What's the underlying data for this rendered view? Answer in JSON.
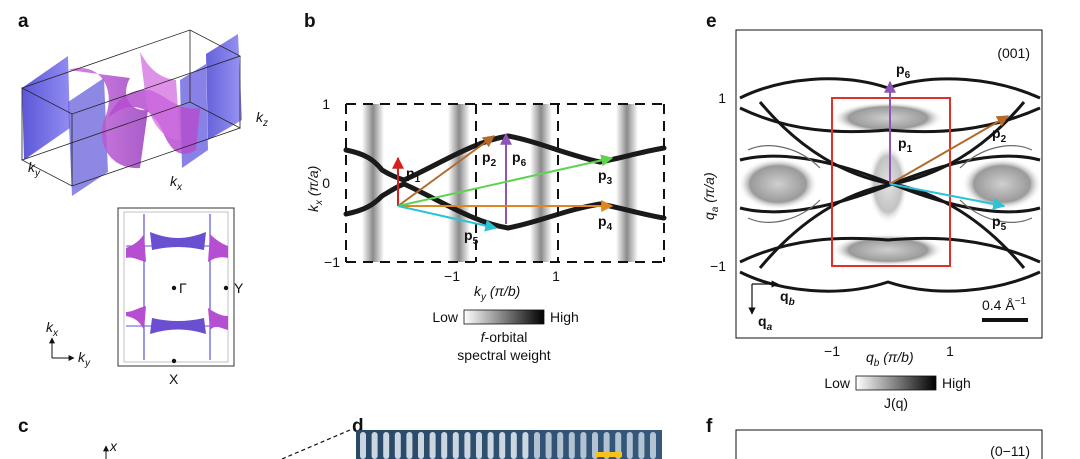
{
  "panels": {
    "a": "a",
    "b": "b",
    "c": "c",
    "d": "d",
    "e": "e",
    "f": "f"
  },
  "panel_a": {
    "axis_kz": "k",
    "axis_kz_sub": "z",
    "axis_ky": "k",
    "axis_ky_sub": "y",
    "axis_kx": "k",
    "axis_kx_sub": "x",
    "point_gamma": "Γ",
    "point_y": "Y",
    "point_x": "X",
    "inset_kx": "k",
    "inset_kx_sub": "x",
    "inset_ky": "k",
    "inset_ky_sub": "y"
  },
  "panel_b": {
    "yaxis_label": "k",
    "yaxis_sub": "x",
    "yaxis_unit": " (π/a)",
    "xaxis_label": "k",
    "xaxis_sub": "y",
    "xaxis_unit": " (π/b)",
    "y_ticks": [
      "1",
      "0",
      "−1"
    ],
    "x_ticks": [
      "−1",
      "1"
    ],
    "vectors": [
      {
        "label": "p",
        "sub": "1",
        "color": "#d6201f"
      },
      {
        "label": "p",
        "sub": "2",
        "color": "#b36a2a"
      },
      {
        "label": "p",
        "sub": "6",
        "color": "#8d55b8"
      },
      {
        "label": "p",
        "sub": "3",
        "color": "#5fd34f"
      },
      {
        "label": "p",
        "sub": "4",
        "color": "#e0861e"
      },
      {
        "label": "p",
        "sub": "5",
        "color": "#2bc3d6"
      }
    ],
    "colorbar_low": "Low",
    "colorbar_high": "High",
    "colorbar_title_1_italic": "f",
    "colorbar_title_1": "-orbital",
    "colorbar_title_2": "spectral weight"
  },
  "panel_e": {
    "corner_label": "(001)",
    "yaxis_label": "q",
    "yaxis_sub": "a",
    "yaxis_unit": " (π/a)",
    "xaxis_label": "q",
    "xaxis_sub": "b",
    "xaxis_unit": " (π/b)",
    "y_ticks": [
      "1",
      "−1"
    ],
    "x_ticks": [
      "−1",
      "1"
    ],
    "vectors": [
      {
        "label": "p",
        "sub": "6",
        "color": "#8d55b8"
      },
      {
        "label": "p",
        "sub": "1",
        "color": "#8d55b8"
      },
      {
        "label": "p",
        "sub": "2",
        "color": "#b36a2a"
      },
      {
        "label": "p",
        "sub": "5",
        "color": "#2bc3d6"
      }
    ],
    "dir_qb": "q",
    "dir_qb_sub": "b",
    "dir_qa": "q",
    "dir_qa_sub": "a",
    "scale_label": "0.4 Å",
    "scale_sup": "−1",
    "colorbar_low": "Low",
    "colorbar_high": "High",
    "colorbar_title": "J(q)"
  },
  "panel_c": {
    "axis_x": "x"
  },
  "panel_f": {
    "corner_label": "(0−11)"
  },
  "colors": {
    "fs_blue": "#5b55d8",
    "fs_magenta": "#c45ad8",
    "bz_red": "#e0302a",
    "stm_blue": "#2d4a6a"
  }
}
